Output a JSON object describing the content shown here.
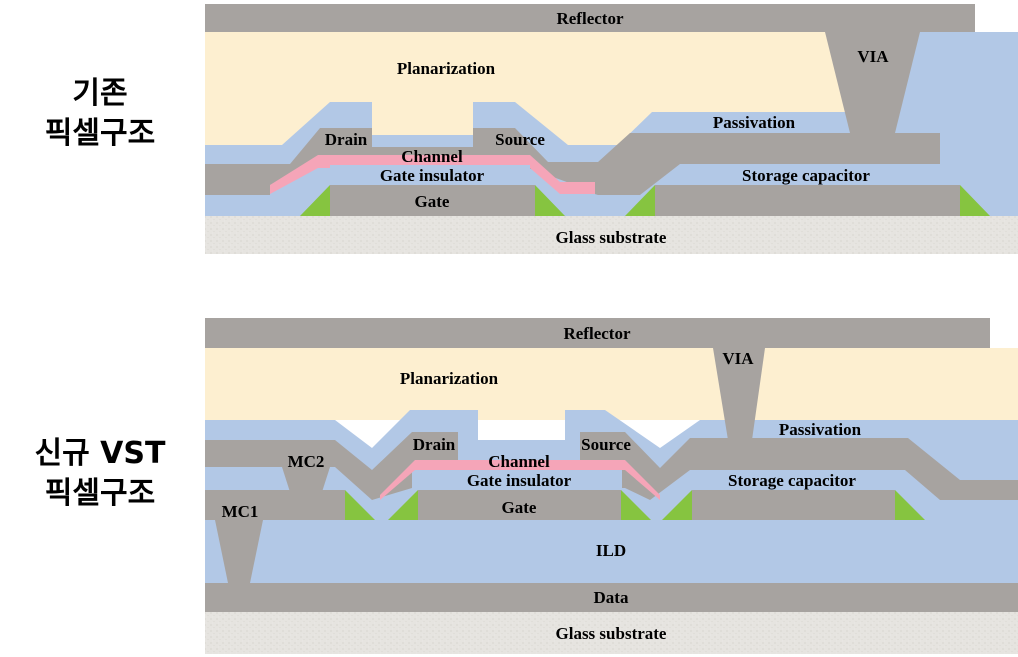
{
  "top": {
    "title_lines": [
      "기존",
      "픽셀구조"
    ],
    "labels": {
      "reflector": "Reflector",
      "planarization": "Planarization",
      "via": "VIA",
      "passivation": "Passivation",
      "drain": "Drain",
      "source": "Source",
      "channel": "Channel",
      "gate_insulator": "Gate insulator",
      "storage_capacitor": "Storage capacitor",
      "gate": "Gate",
      "glass_substrate": "Glass substrate"
    }
  },
  "bottom": {
    "title_lines": [
      "신규 VST",
      "픽셀구조"
    ],
    "labels": {
      "reflector": "Reflector",
      "planarization": "Planarization",
      "via": "VIA",
      "passivation": "Passivation",
      "drain": "Drain",
      "source": "Source",
      "channel": "Channel",
      "gate_insulator": "Gate insulator",
      "storage_capacitor": "Storage capacitor",
      "gate": "Gate",
      "mc1": "MC1",
      "mc2": "MC2",
      "ild": "ILD",
      "data": "Data",
      "glass_substrate": "Glass substrate"
    }
  },
  "colors": {
    "metal": "#a7a3a0",
    "planarization": "#fdefd0",
    "passivation": "#b2c8e6",
    "channel": "#f5a5b8",
    "spacer": "#86c440",
    "glass": "#e6e4e0"
  }
}
